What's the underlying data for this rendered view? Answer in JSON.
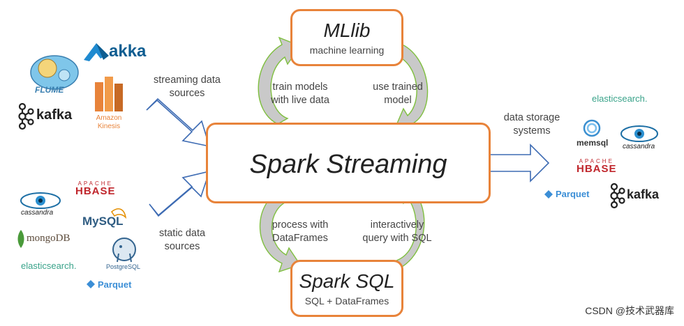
{
  "center": {
    "title": "Spark Streaming"
  },
  "mllib": {
    "title": "MLlib",
    "subtitle": "machine learning"
  },
  "sparksql": {
    "title": "Spark SQL",
    "subtitle": "SQL + DataFrames"
  },
  "labels": {
    "streaming_sources": [
      "streaming data",
      "sources"
    ],
    "static_sources": [
      "static data",
      "sources"
    ],
    "storage": [
      "data storage",
      "systems"
    ],
    "train": [
      "train models",
      "with live data"
    ],
    "use_trained": [
      "use trained",
      "model"
    ],
    "process": [
      "process with",
      "DataFrames"
    ],
    "query": [
      "interactively",
      "query with SQL"
    ]
  },
  "streaming_logos": {
    "flume": "FLUME",
    "akka": "akka",
    "kafka": "kafka",
    "kinesis": [
      "Amazon",
      "Kinesis"
    ]
  },
  "static_logos": {
    "cassandra": "cassandra",
    "hbase_top": "APACHE",
    "hbase": "HBASE",
    "mysql": "MySQL",
    "mongodb": "mongoDB",
    "postgres": "PostgreSQL",
    "elasticsearch": "elasticsearch.",
    "parquet": "Parquet"
  },
  "storage_logos": {
    "elasticsearch": "elasticsearch.",
    "memsql": "memsql",
    "cassandra": "cassandra",
    "hbase_top": "APACHE",
    "hbase": "HBASE",
    "parquet": "Parquet",
    "kafka": "kafka"
  },
  "watermark": "CSDN @技术武器库",
  "colors": {
    "box_border": "#e8833a",
    "arrow_outline": "#3d6bb3",
    "curved_arrow_fill": "#c9c9c9",
    "curved_arrow_outline": "#7fbf3f",
    "kinesis": "#e8833a",
    "hbase": "#c0262c",
    "mongodb": "#4a9a3a",
    "elasticsearch": "#3aa38a",
    "parquet": "#3b8ed6"
  }
}
